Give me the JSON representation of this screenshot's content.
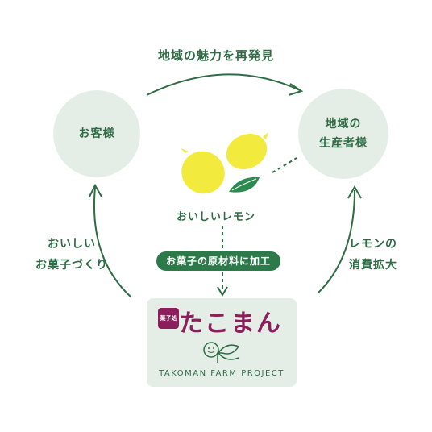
{
  "top_label": "地域の魅力を再発見",
  "left_circle": "お客様",
  "right_circle_line1": "地域の",
  "right_circle_line2": "生産者様",
  "lemon_label": "おいしいレモン",
  "process_pill": "お菓子の原材料に加工",
  "left_label_line1": "おいしい",
  "left_label_line2": "お菓子づくり",
  "right_label_line1": "レモンの",
  "right_label_line2": "消費拡大",
  "brand": {
    "name": "たこまん",
    "seal_text": "菓子処",
    "project": "TAKOMAN FARM PROJECT"
  },
  "colors": {
    "green": "#2f6b45",
    "pale_green": "#e5eee6",
    "lemon_yellow": "#f3ea3e",
    "leaf_green": "#2e8b4f",
    "brand_purple": "#8a1f5c"
  }
}
